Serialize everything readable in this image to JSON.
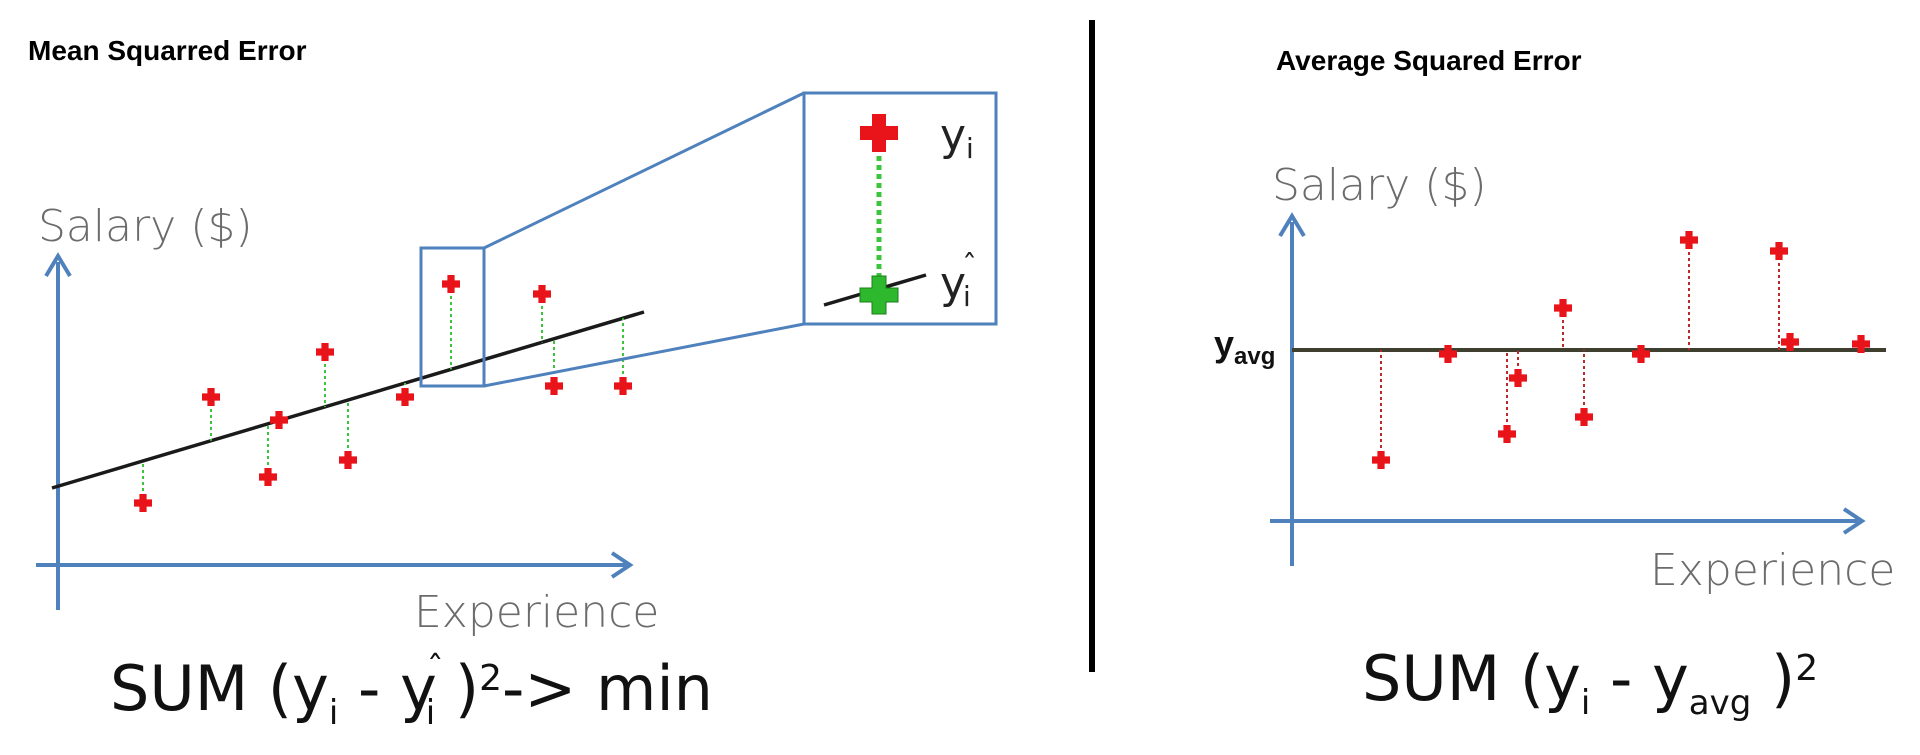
{
  "left_panel": {
    "title": "Mean Squarred Error",
    "y_axis_label": "Salary ($)",
    "x_axis_label": "Experience",
    "formula": {
      "prefix": "SUM (y",
      "sub_i": "i",
      "minus": " - y",
      "hat": "ˆ",
      "sub_i2": "i",
      "close": " )",
      "exponent": "2",
      "suffix": "-> min"
    },
    "zoom_labels": {
      "actual": "y",
      "actual_sub": "i",
      "predicted": "y",
      "predicted_hat": "ˆ",
      "predicted_sub": "i"
    }
  },
  "right_panel": {
    "title": "Average Squared Error",
    "y_axis_label": "Salary ($)",
    "x_axis_label": "Experience",
    "avg_label": "y",
    "avg_label_sub": "avg",
    "formula": {
      "prefix": "SUM (y",
      "sub_i": "i",
      "minus": " - y",
      "sub_avg": "avg",
      "close": " )",
      "exponent": "2"
    }
  },
  "colors": {
    "axis": "#4f81bd",
    "point": "#e8141a",
    "regression_line": "#1a1a1a",
    "residual_left": "#3cc43c",
    "residual_right": "#c0282c",
    "avg_line": "#3f3f2f",
    "predicted_point": "#2eb82e",
    "divider": "#000000"
  },
  "icons": {
    "data_point": "red-plus-marker",
    "predicted_point": "green-plus-marker"
  }
}
